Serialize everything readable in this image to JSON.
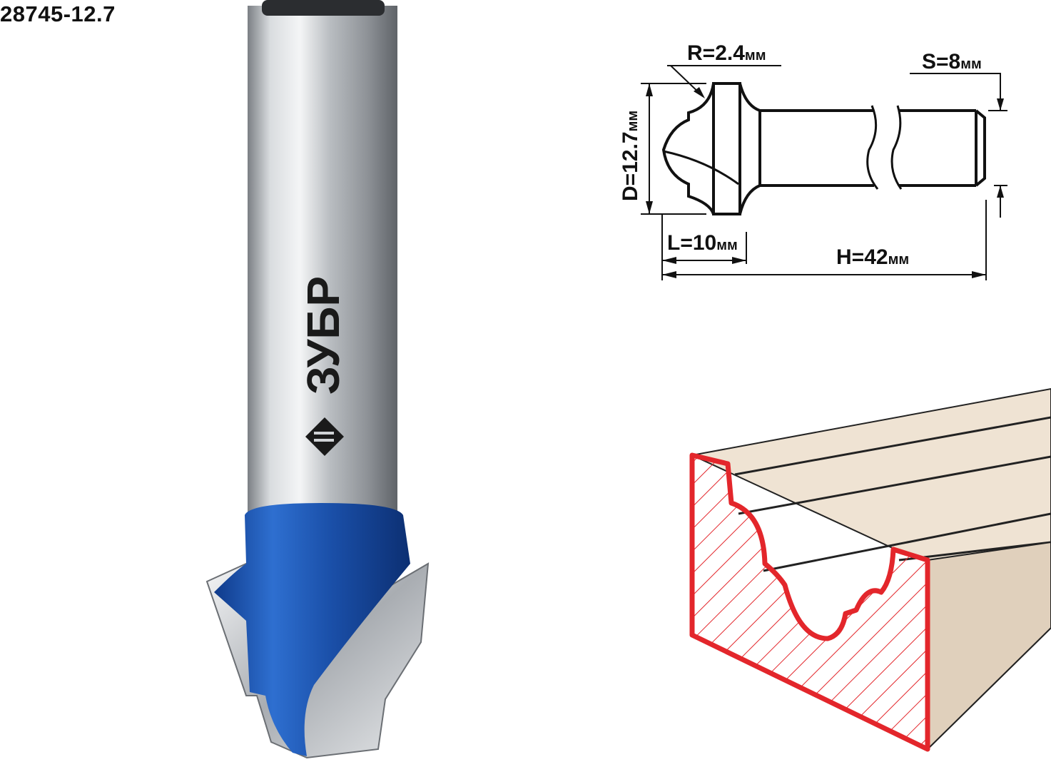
{
  "product": {
    "article": "28745-12.7",
    "brand": "ЗУБР"
  },
  "dimensions": {
    "radius": {
      "label": "R",
      "value": "2.4",
      "unit": "мм"
    },
    "shank": {
      "label": "S",
      "value": "8",
      "unit": "мм"
    },
    "diameter": {
      "label": "D",
      "value": "12.7",
      "unit": "мм"
    },
    "cut_length": {
      "label": "L",
      "value": "10",
      "unit": "мм"
    },
    "total_length": {
      "label": "H",
      "value": "42",
      "unit": "мм"
    }
  },
  "colors": {
    "head_blue": "#1f56b0",
    "section_red": "#e3262b",
    "wood": "#efe3d3"
  }
}
